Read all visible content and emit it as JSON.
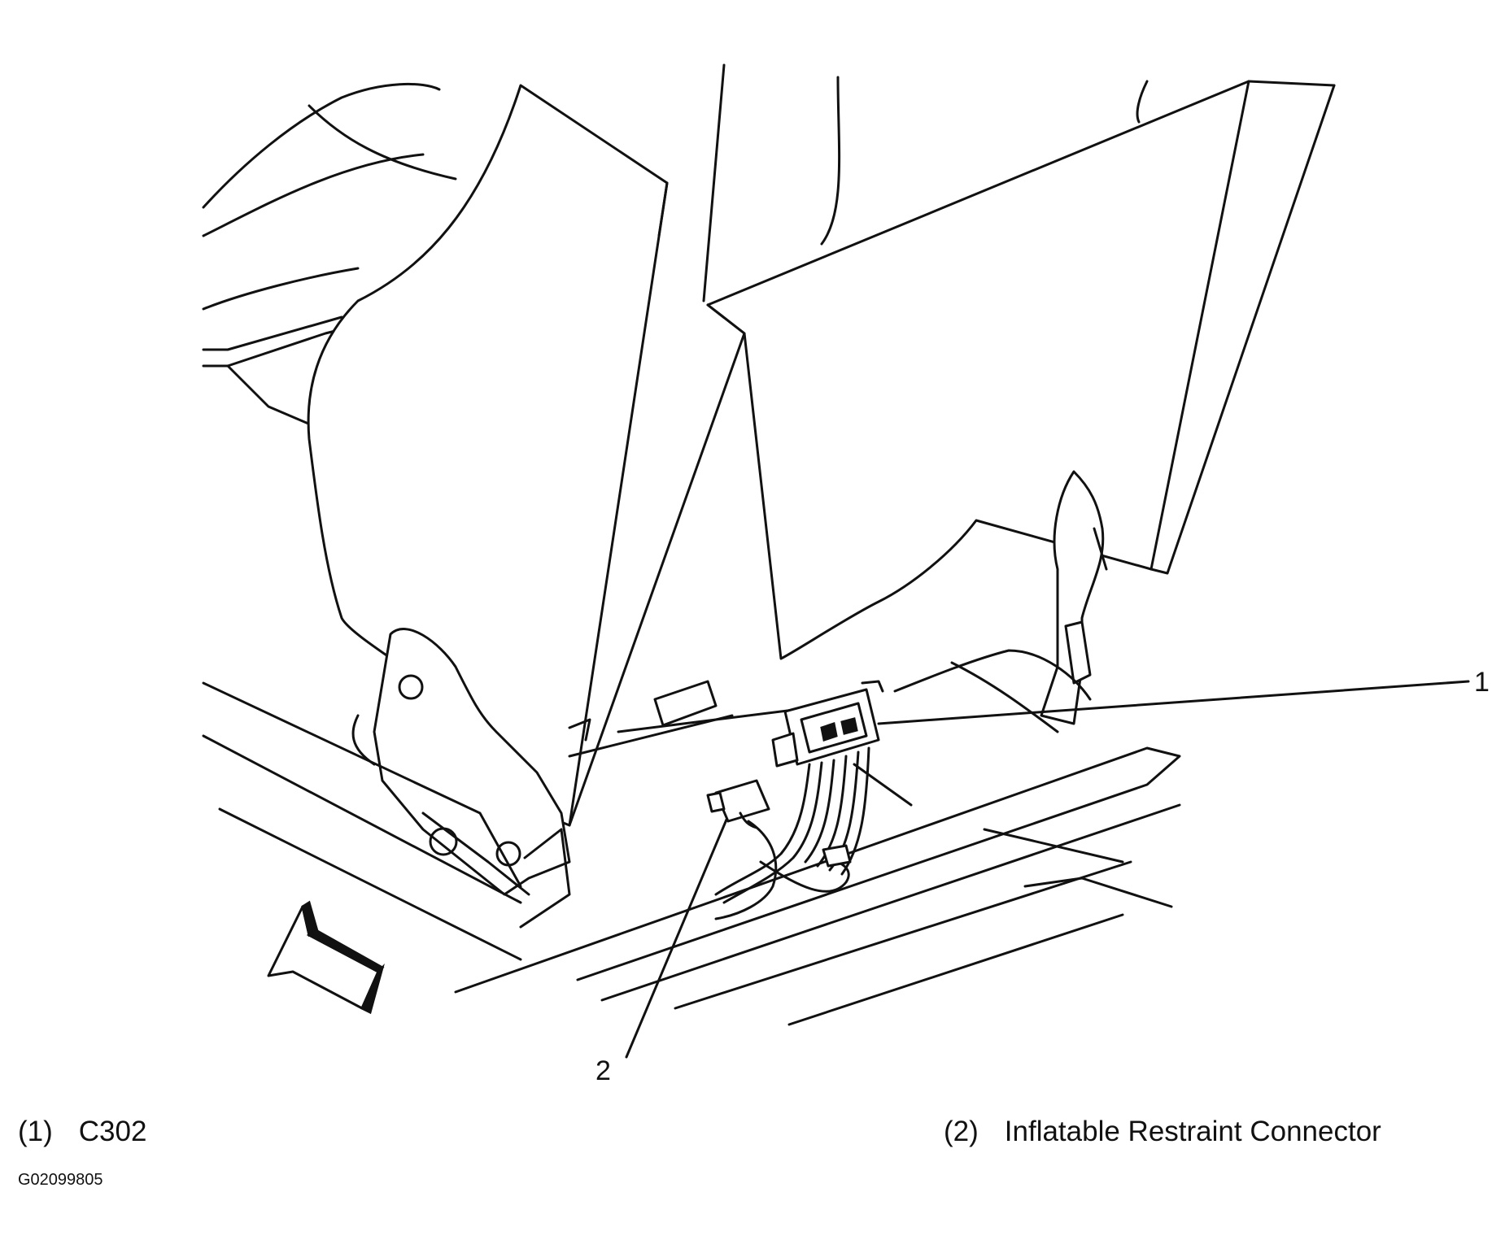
{
  "callouts": [
    {
      "number": "1"
    },
    {
      "number": "2"
    }
  ],
  "legend": [
    {
      "number": "(1)",
      "label": "C302"
    },
    {
      "number": "(2)",
      "label": "Inflatable Restraint Connector"
    }
  ],
  "figure_id": "G02099805",
  "icons": {
    "direction_arrow": "front-direction-arrow-icon"
  },
  "colors": {
    "ink": "#111111",
    "background": "#ffffff"
  }
}
